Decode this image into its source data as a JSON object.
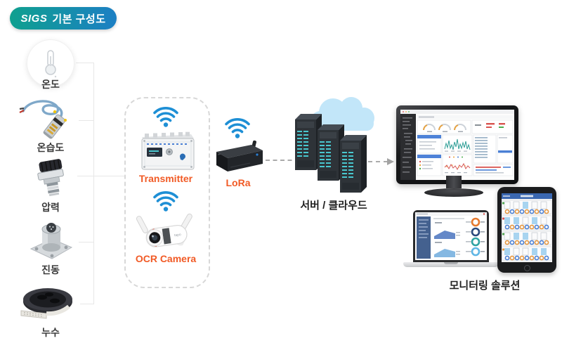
{
  "title_badge": {
    "brand": "SIGS",
    "label": "기본 구성도"
  },
  "sensors": [
    {
      "label": "온도",
      "icon": "temperature-sensor-icon"
    },
    {
      "label": "온습도",
      "icon": "temp-humidity-sensor-icon"
    },
    {
      "label": "압력",
      "icon": "pressure-sensor-icon"
    },
    {
      "label": "진동",
      "icon": "vibration-sensor-icon"
    },
    {
      "label": "누수",
      "icon": "leak-cable-reel-icon"
    }
  ],
  "gateway_group": {
    "items": [
      {
        "label": "Transmitter",
        "icon": "transmitter-device-icon",
        "wifi_icon": "wifi-icon"
      },
      {
        "label": "OCR Camera",
        "icon": "ocr-camera-icon",
        "wifi_icon": "wifi-icon"
      }
    ]
  },
  "lora": {
    "label": "LoRa",
    "icon": "lora-gateway-box-icon",
    "wifi_icon": "wifi-icon"
  },
  "servers": {
    "label": "서버 / 클라우드",
    "icons": [
      "cloud-icon",
      "server-rack-icon"
    ]
  },
  "monitoring": {
    "label": "모니터링 솔루션",
    "icons": [
      "desktop-monitor-dashboard-icon",
      "laptop-dashboard-icon",
      "tablet-dashboard-icon"
    ]
  },
  "colors": {
    "accent_orange": "#F15A25",
    "wifi_blue": "#1E8FD5",
    "badge_gradient_start": "#0FA08F",
    "badge_gradient_end": "#1C7FC4",
    "server_led_teal": "#49C7CF",
    "cloud_blue": "#C2E6F9",
    "label_dark": "#3B3B3B",
    "dashed_line_gray": "#ABABAB"
  }
}
